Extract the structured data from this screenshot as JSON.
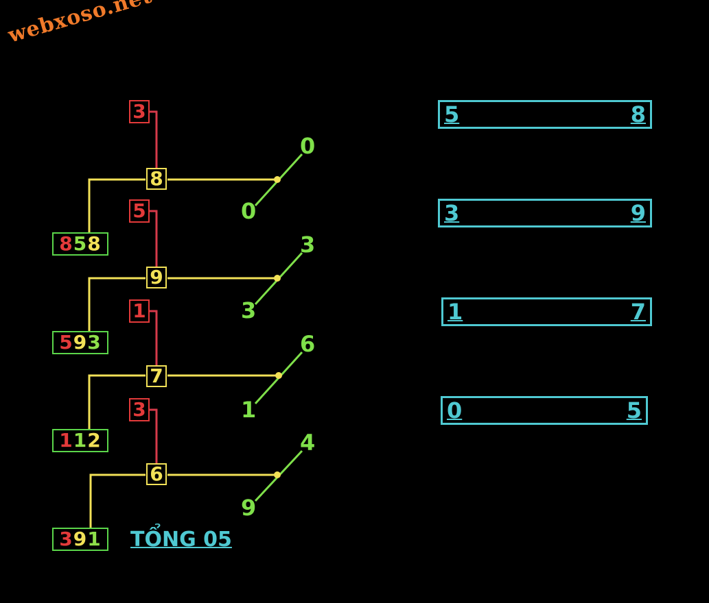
{
  "logo": "webxoso.net",
  "colors": {
    "red": "#e33a3a",
    "yellow": "#f2e157",
    "green": "#7fe04a",
    "cyan": "#4fc9d2",
    "orange": "#f07a2a"
  },
  "rows": [
    {
      "red": "3",
      "yellow": "8",
      "green_top": "0",
      "green_bottom": "0",
      "combo": [
        "8",
        "5",
        "8"
      ]
    },
    {
      "red": "5",
      "yellow": "9",
      "green_top": "3",
      "green_bottom": "3",
      "combo": [
        "5",
        "9",
        "3"
      ]
    },
    {
      "red": "1",
      "yellow": "7",
      "green_top": "6",
      "green_bottom": "1",
      "combo": [
        "1",
        "1",
        "2"
      ]
    },
    {
      "red": "3",
      "yellow": "6",
      "green_top": "4",
      "green_bottom": "9",
      "combo": [
        "3",
        "9",
        "1"
      ]
    }
  ],
  "pairs": [
    {
      "left": "5",
      "right": "8"
    },
    {
      "left": "3",
      "right": "9"
    },
    {
      "left": "1",
      "right": "7"
    },
    {
      "left": "0",
      "right": "5"
    }
  ],
  "total": "TỔNG 05"
}
